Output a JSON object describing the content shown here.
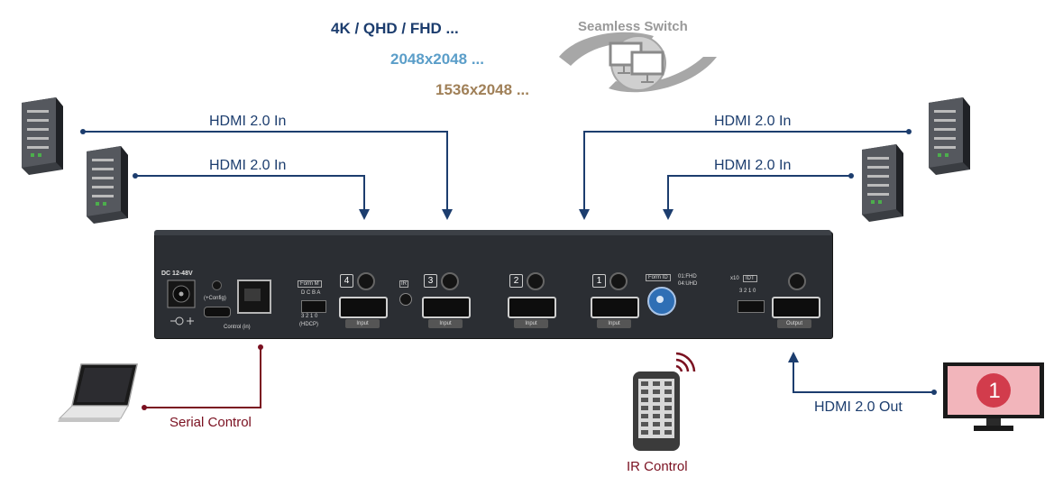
{
  "resolutions": {
    "line1": "4K / QHD / FHD ...",
    "line2": "2048x2048 ...",
    "line3": "1536x2048 ...",
    "color1": "#1c3d6e",
    "color2": "#5b9ec9",
    "color3": "#a08058"
  },
  "seamless_switch": "Seamless Switch",
  "connections": {
    "in_top_left": "HDMI 2.0 In",
    "in_bottom_left": "HDMI 2.0 In",
    "in_top_right": "HDMI 2.0 In",
    "in_bottom_right": "HDMI 2.0 In",
    "out": "HDMI 2.0 Out",
    "serial": "Serial Control",
    "ir": "IR Control"
  },
  "device": {
    "dc_label": "DC 12-48V",
    "config_label": "(+Config)",
    "control_label": "Control (in)",
    "form_m": "Form M",
    "dip_left_letters": "D C B A",
    "dip_left_numbers": "3 2 1 0",
    "hdcp": "(HDCP)",
    "ir_label": "IR",
    "form_id": "Form ID",
    "form_id_desc1": "01:FHD",
    "form_id_desc2": "04:UHD",
    "x10": "x10",
    "idt": "IDT",
    "dip_right_numbers": "3 2 1 0",
    "ports": [
      {
        "number": "4",
        "label": "Input"
      },
      {
        "number": "3",
        "label": "Input"
      },
      {
        "number": "2",
        "label": "Input"
      },
      {
        "number": "1",
        "label": "Input"
      }
    ],
    "output_label": "Output"
  },
  "monitor_badge": "1",
  "colors": {
    "wire_blue": "#1c3d6e",
    "wire_red": "#7a1020",
    "device_body": "#2b2e33"
  }
}
